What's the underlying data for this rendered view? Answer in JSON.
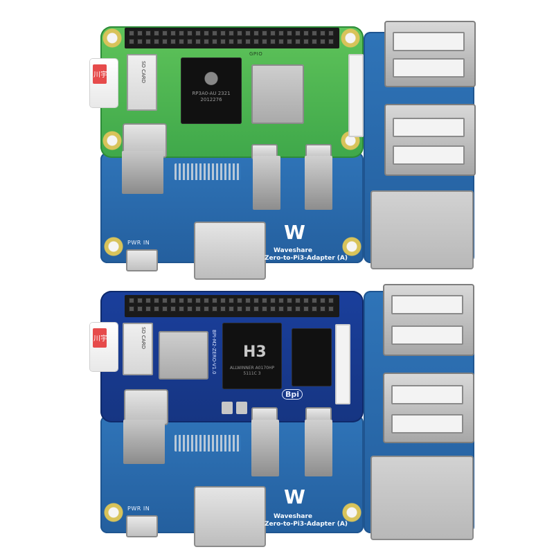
{
  "top_board": {
    "adapter_brand": "Waveshare",
    "adapter_model": "Zero-to-Pi3-Adapter (A)",
    "adapter_logo": "W",
    "label_gpio": "GPIO",
    "label_pwr": "PWR IN",
    "sd_card_label": "川宇",
    "sd_slot_label": "SD CARD",
    "soc_text": "RP3A0-AU 2321 2012276",
    "zero_color": "#4cb853"
  },
  "bottom_board": {
    "adapter_brand": "Waveshare",
    "adapter_model": "Zero-to-Pi3-Adapter (A)",
    "adapter_logo": "W",
    "label_pwr": "PWR IN",
    "sd_card_label": "川宇",
    "sd_slot_label": "SD CARD",
    "soc_label": "H3",
    "soc_subtext": "ALLWINNER  A0170HP 5111C 3",
    "board_logo": "Bpi",
    "board_name": "BPI-M2-ZERO-V1.0",
    "zero_color": "#1a3f9c"
  },
  "colors": {
    "adapter_blue": "#2f74b8",
    "header_black": "#1a1a1a",
    "metal": "#c4c4c4"
  }
}
